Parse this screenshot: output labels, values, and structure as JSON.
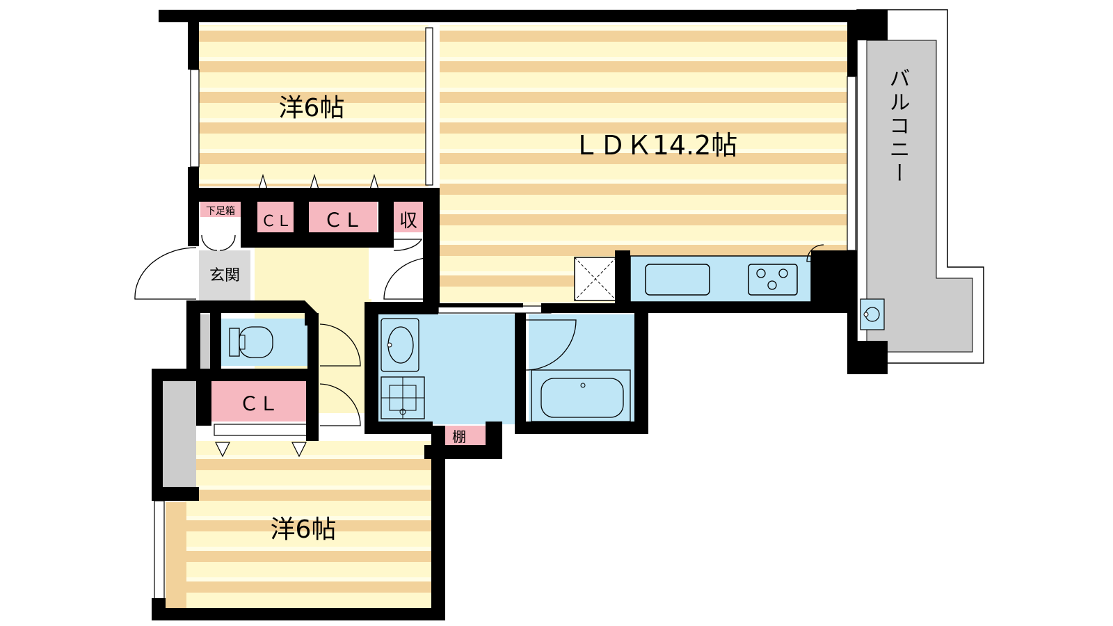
{
  "rooms": {
    "western_room_north": "洋6帖",
    "ldk": "ＬＤＫ14.2帖",
    "western_room_south": "洋6帖",
    "entrance": "玄関",
    "shoe_box": "下足箱",
    "storage": "収",
    "shelf": "棚",
    "balcony": "バルコニー"
  },
  "closets": {
    "closet_small": "ＣＬ",
    "closet_north": "ＣＬ",
    "closet_south": "ＣＬ"
  },
  "colors": {
    "floor_stripe_tan": "#f2d29b",
    "floor_stripe_cream": "#fff8cc",
    "wet_area": "#bfe6f6",
    "closet_pink": "#f6b8c0",
    "balcony_gray": "#cccccc",
    "wall": "#000000",
    "hallway": "#fdf6c7",
    "entrance_gray": "#d9d9d9"
  }
}
